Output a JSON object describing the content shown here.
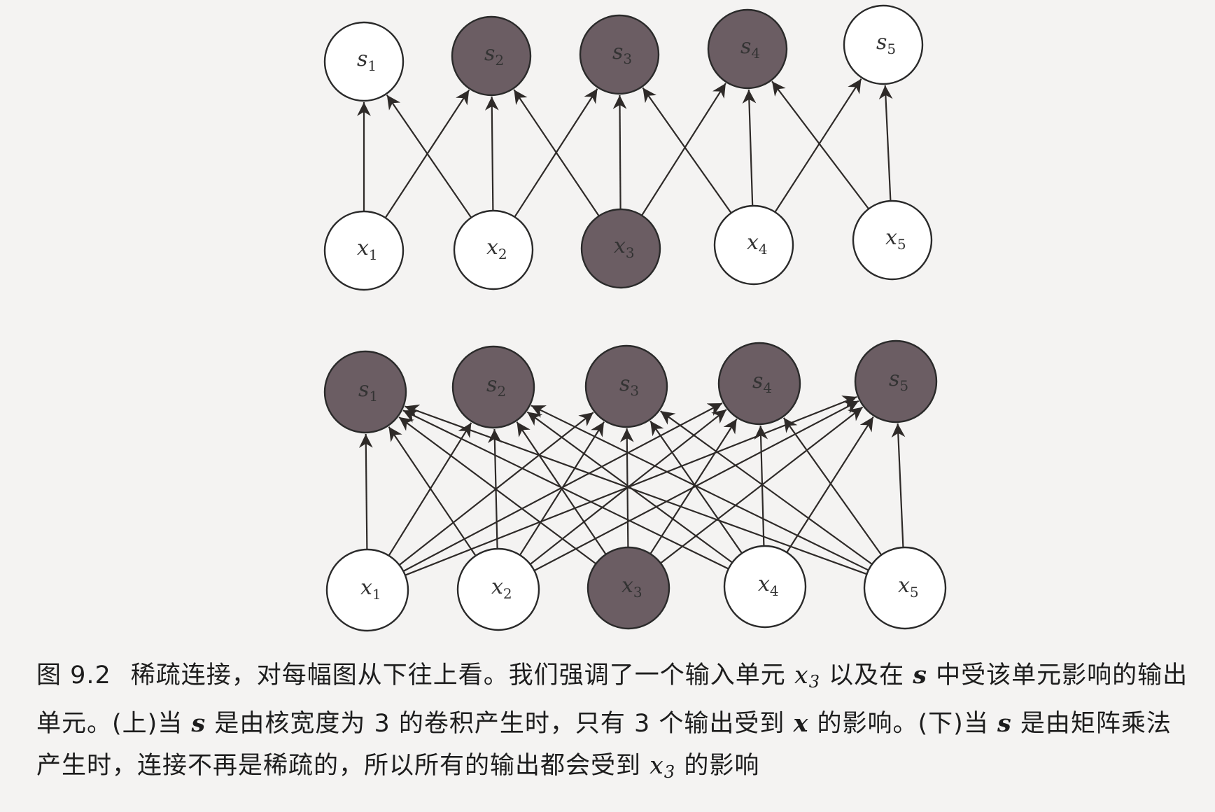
{
  "figure": {
    "colors": {
      "shaded_fill": "#6b5d63",
      "plain_fill": "#ffffff",
      "stroke": "#2a2a2a",
      "edge": "#2e2a28"
    },
    "top_panel": {
      "outputs": [
        {
          "base": "s",
          "sub": "1",
          "shaded": false
        },
        {
          "base": "s",
          "sub": "2",
          "shaded": true
        },
        {
          "base": "s",
          "sub": "3",
          "shaded": true
        },
        {
          "base": "s",
          "sub": "4",
          "shaded": true
        },
        {
          "base": "s",
          "sub": "5",
          "shaded": false
        }
      ],
      "inputs": [
        {
          "base": "x",
          "sub": "1",
          "shaded": false
        },
        {
          "base": "x",
          "sub": "2",
          "shaded": false
        },
        {
          "base": "x",
          "sub": "3",
          "shaded": true
        },
        {
          "base": "x",
          "sub": "4",
          "shaded": false
        },
        {
          "base": "x",
          "sub": "5",
          "shaded": false
        }
      ],
      "connections": "kernel width 3"
    },
    "bottom_panel": {
      "outputs": [
        {
          "base": "s",
          "sub": "1",
          "shaded": true
        },
        {
          "base": "s",
          "sub": "2",
          "shaded": true
        },
        {
          "base": "s",
          "sub": "3",
          "shaded": true
        },
        {
          "base": "s",
          "sub": "4",
          "shaded": true
        },
        {
          "base": "s",
          "sub": "5",
          "shaded": true
        }
      ],
      "inputs": [
        {
          "base": "x",
          "sub": "1",
          "shaded": false
        },
        {
          "base": "x",
          "sub": "2",
          "shaded": false
        },
        {
          "base": "x",
          "sub": "3",
          "shaded": true
        },
        {
          "base": "x",
          "sub": "4",
          "shaded": false
        },
        {
          "base": "x",
          "sub": "5",
          "shaded": false
        }
      ],
      "connections": "fully connected"
    }
  },
  "caption": {
    "fig_num": "图 9.2",
    "t1": "稀疏连接，对每幅图从下往上看。我们强调了一个输入单元",
    "x3_a_base": "x",
    "x3_a_sub": "3",
    "t2": "以及在",
    "s_a": "s",
    "t3": "中受该单元影响的输出单元。(上)当",
    "s_b": "s",
    "t4": "是由核宽度为 3 的卷积产生时，只有 3 个输出受到",
    "x_bold": "x",
    "t5": "的影响。(下)当",
    "s_c": "s",
    "t6": "是由矩阵乘法产生时，连接不再是稀疏的，所以所有的输出都会受到",
    "x3_b_base": "x",
    "x3_b_sub": "3",
    "t7": "的影响"
  }
}
